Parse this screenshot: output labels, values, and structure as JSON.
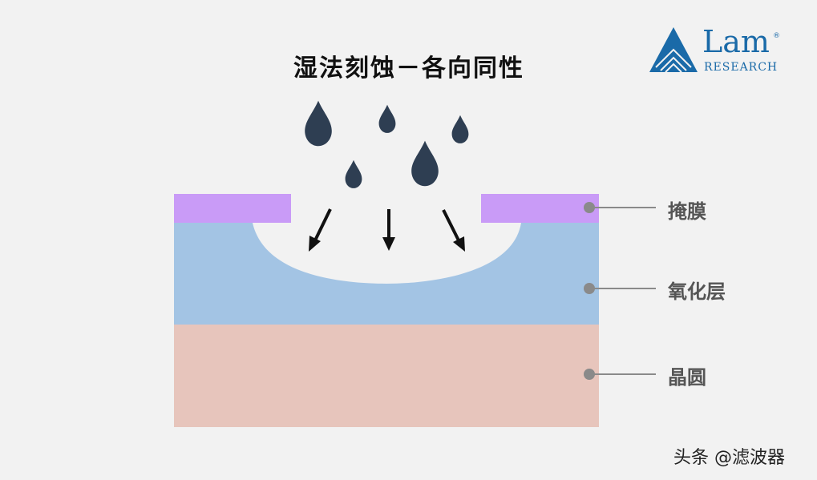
{
  "title": "湿法刻蚀－各向同性",
  "logo": {
    "main": "Lam",
    "reg": "®",
    "sub": "RESEARCH"
  },
  "labels": {
    "mask": "掩膜",
    "oxide": "氧化层",
    "wafer": "晶圆"
  },
  "watermark": "头条 @滤波器",
  "colors": {
    "mask": "#c99bf7",
    "oxide": "#a3c4e4",
    "wafer": "#e7c5bc",
    "droplet": "#2e3e52",
    "brand": "#1a6aa8",
    "leader": "#8a8a8a"
  }
}
